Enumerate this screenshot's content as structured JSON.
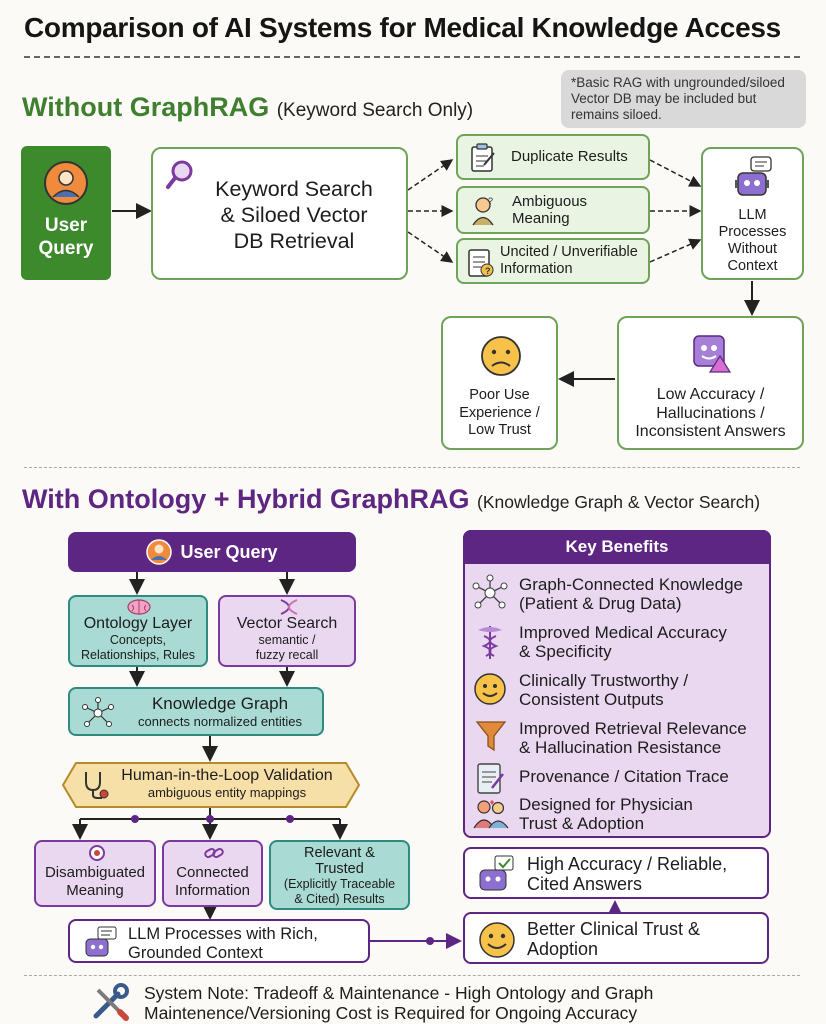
{
  "title": "Comparison of AI Systems for Medical Knowledge Access",
  "without": {
    "heading": "Without GraphRAG",
    "heading_sub": "(Keyword Search Only)",
    "note": "*Basic RAG with ungrounded/siloed Vector DB may be included but remains siloed.",
    "user_query_line1": "User",
    "user_query_line2": "Query",
    "search_line1": "Keyword Search",
    "search_line2": "& Siloed Vector",
    "search_line3": "DB Retrieval",
    "results": [
      {
        "line1": "Duplicate Results",
        "line2": ""
      },
      {
        "line1": "Ambiguous",
        "line2": "Meaning"
      },
      {
        "line1": "Uncited / Unverifiable",
        "line2": "Information"
      }
    ],
    "llm_lines": [
      "LLM",
      "Processes",
      "Without",
      "Context"
    ],
    "low_accuracy_lines": [
      "Low Accuracy /",
      "Hallucinations /",
      "Inconsistent Answers"
    ],
    "poor_lines": [
      "Poor Use",
      "Experience /",
      "Low Trust"
    ]
  },
  "with": {
    "heading": "With Ontology + Hybrid GraphRAG",
    "heading_sub": "(Knowledge Graph & Vector Search)",
    "user_query": "User Query",
    "ontology": {
      "title": "Ontology Layer",
      "line1": "Concepts,",
      "line2": "Relationships, Rules"
    },
    "vector": {
      "title": "Vector Search",
      "line1": "semantic /",
      "line2": "fuzzy recall"
    },
    "kg": {
      "title": "Knowledge Graph",
      "sub": "connects normalized entities"
    },
    "hitl": {
      "title": "Human-in-the-Loop Validation",
      "sub": "ambiguous entity mappings"
    },
    "outcomes": [
      {
        "lines": [
          "Disambiguated",
          "Meaning"
        ]
      },
      {
        "lines": [
          "Connected",
          "Information"
        ]
      },
      {
        "lines": [
          "Relevant &",
          "Trusted",
          "(Explicitly Traceable",
          "& Cited) Results"
        ]
      }
    ],
    "llm": {
      "line1": "LLM Processes with Rich,",
      "line2": "Grounded Context"
    },
    "benefits_title": "Key Benefits",
    "benefits": [
      {
        "icon": "network-icon",
        "line1": "Graph-Connected Knowledge",
        "line2": "(Patient & Drug Data)"
      },
      {
        "icon": "caduceus-icon",
        "line1": "Improved Medical Accuracy",
        "line2": "& Specificity"
      },
      {
        "icon": "smiley-icon",
        "line1": "Clinically Trustworthy /",
        "line2": "Consistent Outputs"
      },
      {
        "icon": "funnel-icon",
        "line1": "Improved Retrieval Relevance",
        "line2": "& Hallucination Resistance"
      },
      {
        "icon": "document-icon",
        "line1": "Provenance / Citation Trace",
        "line2": ""
      },
      {
        "icon": "people-icon",
        "line1": "Designed for Physician",
        "line2": "Trust & Adoption"
      }
    ],
    "high_accuracy": {
      "line1": "High Accuracy / Reliable,",
      "line2": "Cited Answers"
    },
    "better_trust": {
      "line1": "Better Clinical Trust &",
      "line2": "Adoption"
    }
  },
  "system_note": {
    "line1": "System Note: Tradeoff & Maintenance - High Ontology and Graph",
    "line2": "Maintenence/Versioning Cost is Required for Ongoing Accuracy"
  },
  "colors": {
    "green": "#3f7f2f",
    "purple": "#5e2683",
    "teal": "#2f8a80",
    "hitl_fill": "#f7dfa8"
  }
}
